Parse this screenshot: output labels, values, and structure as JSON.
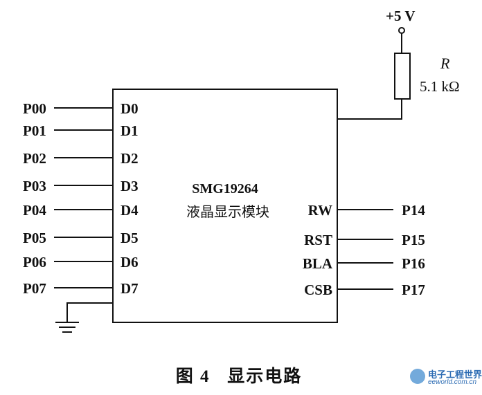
{
  "power": {
    "label": "+5 V"
  },
  "resistor": {
    "name": "R",
    "value": "5.1 kΩ"
  },
  "module": {
    "part": "SMG19264",
    "desc": "液晶显示模块"
  },
  "left_pins": [
    {
      "port": "P00",
      "pin": "D0"
    },
    {
      "port": "P01",
      "pin": "D1"
    },
    {
      "port": "P02",
      "pin": "D2"
    },
    {
      "port": "P03",
      "pin": "D3"
    },
    {
      "port": "P04",
      "pin": "D4"
    },
    {
      "port": "P05",
      "pin": "D5"
    },
    {
      "port": "P06",
      "pin": "D6"
    },
    {
      "port": "P07",
      "pin": "D7"
    }
  ],
  "right_pins": [
    {
      "pin": "RW",
      "port": "P14"
    },
    {
      "pin": "RST",
      "port": "P15"
    },
    {
      "pin": "BLA",
      "port": "P16"
    },
    {
      "pin": "CSB",
      "port": "P17"
    }
  ],
  "caption": "图 4   显示电路",
  "watermark": {
    "brand": "电子工程世界",
    "site": "eeworld.com.cn"
  }
}
